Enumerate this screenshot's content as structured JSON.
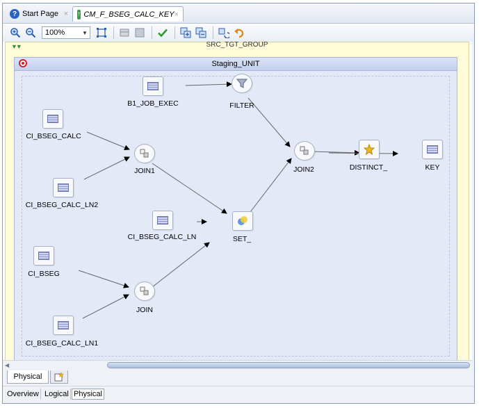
{
  "tabs": [
    {
      "label": "Start Page",
      "icon": "help-icon",
      "close": "×"
    },
    {
      "label": "CM_F_BSEG_CALC_KEY",
      "icon": "mapping-icon",
      "close": "×"
    }
  ],
  "toolbar": {
    "zoom": "100%",
    "zoom_arrow": "▼"
  },
  "diagram": {
    "group_title": "SRC_TGT_GROUP",
    "group_toggle": "▼▼",
    "unit_title": "Staging_UNIT",
    "nodes": [
      {
        "id": "b1_job_exec",
        "label": "B1_JOB_EXEC",
        "kind": "table"
      },
      {
        "id": "filter",
        "label": "FILTER",
        "kind": "filter"
      },
      {
        "id": "ci_bseg_calc",
        "label": "CI_BSEG_CALC",
        "kind": "table"
      },
      {
        "id": "join1",
        "label": "JOIN1",
        "kind": "join"
      },
      {
        "id": "join2",
        "label": "JOIN2",
        "kind": "join"
      },
      {
        "id": "distinct",
        "label": "DISTINCT_",
        "kind": "distinct"
      },
      {
        "id": "key",
        "label": "KEY",
        "kind": "table"
      },
      {
        "id": "ci_bseg_calc_ln2",
        "label": "CI_BSEG_CALC_LN2",
        "kind": "table"
      },
      {
        "id": "ci_bseg_calc_ln",
        "label": "CI_BSEG_CALC_LN",
        "kind": "table"
      },
      {
        "id": "set",
        "label": "SET_",
        "kind": "set"
      },
      {
        "id": "ci_bseg",
        "label": "CI_BSEG",
        "kind": "table"
      },
      {
        "id": "join",
        "label": "JOIN",
        "kind": "join"
      },
      {
        "id": "ci_bseg_calc_ln1",
        "label": "CI_BSEG_CALC_LN1",
        "kind": "table"
      }
    ],
    "edges": [
      {
        "from": "b1_job_exec",
        "to": "filter"
      },
      {
        "from": "filter",
        "to": "join2"
      },
      {
        "from": "ci_bseg_calc",
        "to": "join1"
      },
      {
        "from": "ci_bseg_calc_ln2",
        "to": "join1"
      },
      {
        "from": "join1",
        "to": "set"
      },
      {
        "from": "ci_bseg_calc_ln",
        "to": "set"
      },
      {
        "from": "set",
        "to": "join2"
      },
      {
        "from": "join2",
        "to": "distinct"
      },
      {
        "from": "distinct",
        "to": "key"
      },
      {
        "from": "ci_bseg",
        "to": "join"
      },
      {
        "from": "ci_bseg_calc_ln1",
        "to": "join"
      },
      {
        "from": "join",
        "to": "set"
      }
    ]
  },
  "bottom_tabs": [
    {
      "label": "Physical",
      "active": true
    }
  ],
  "view_tabs": [
    {
      "label": "Overview",
      "active": false
    },
    {
      "label": "Logical",
      "active": false
    },
    {
      "label": "Physical",
      "active": true
    }
  ]
}
